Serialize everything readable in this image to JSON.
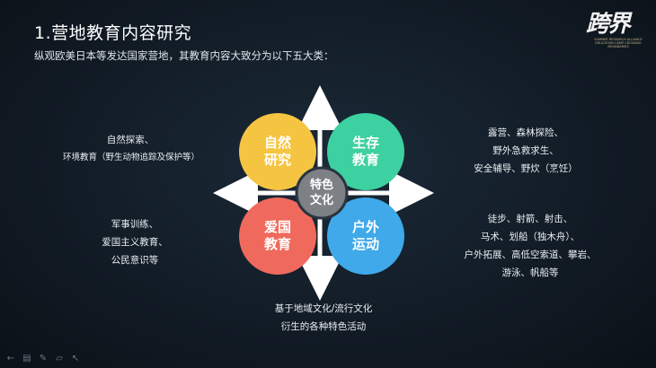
{
  "header": {
    "title": "1.营地教育内容研究",
    "subtitle": "纵观欧美日本等发达国家营地，其教育内容大致分为以下五大类："
  },
  "logo": {
    "glyph": "跨界",
    "caption": "SUMMER RESEARCH ALLIANCE EDUCATION CAMP CROSSING BOUNDARIES"
  },
  "diagram": {
    "center": {
      "line1": "特色",
      "line2": "文化",
      "color": "#7d8085"
    },
    "quadrants": [
      {
        "id": "nature",
        "line1": "自然",
        "line2": "研究",
        "color": "#f5c542"
      },
      {
        "id": "survival",
        "line1": "生存",
        "line2": "教育",
        "color": "#3dd0a0"
      },
      {
        "id": "patriot",
        "line1": "爱国",
        "line2": "教育",
        "color": "#ef6a5c"
      },
      {
        "id": "outdoor",
        "line1": "户外",
        "line2": "运动",
        "color": "#3fa9ea"
      }
    ]
  },
  "descriptions": {
    "top_left": [
      "自然探索、",
      "环境教育（野生动物追踪及保护等）"
    ],
    "top_right": [
      "露营、森林探险、",
      "野外急救求生、",
      "安全辅导、野炊（烹饪）"
    ],
    "bottom_left": [
      "军事训练、",
      "爱国主义教育、",
      "公民意识等"
    ],
    "bottom_right": [
      "徒步、射箭、射击、",
      "马术、划船（独木舟）、",
      "户外拓展、高低空索道、攀岩、",
      "游泳、帆船等"
    ],
    "bottom_center": [
      "基于地域文化/流行文化",
      "衍生的各种特色活动"
    ]
  },
  "toolbar": {
    "icons": [
      "arrow-left-icon",
      "slides-icon",
      "pen-icon",
      "eraser-icon",
      "pointer-icon"
    ]
  }
}
